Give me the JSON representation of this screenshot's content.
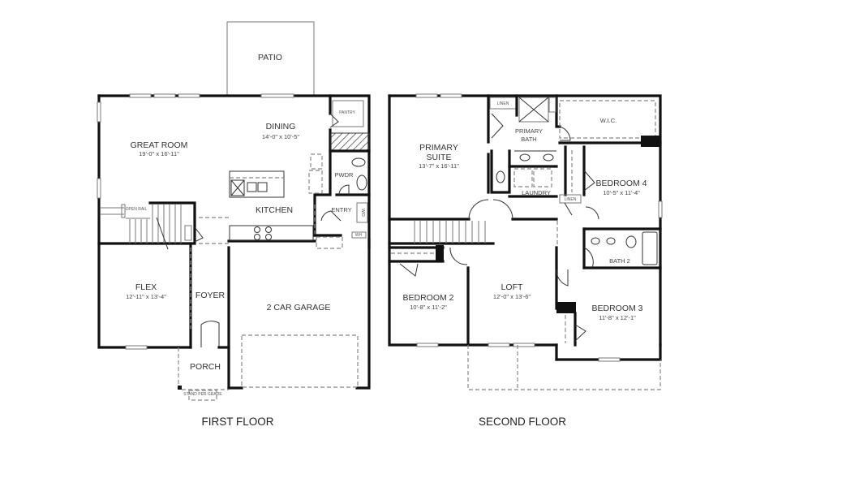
{
  "first_floor": {
    "title": "FIRST FLOOR",
    "rooms": {
      "patio": {
        "name": "PATIO"
      },
      "great_room": {
        "name": "GREAT ROOM",
        "size": "19'-0\" x 16'-11\""
      },
      "dining": {
        "name": "DINING",
        "size": "14'-0\" x 10'-5\""
      },
      "pantry": {
        "name": "PANTRY"
      },
      "pwdr": {
        "name": "PWDR"
      },
      "kitchen": {
        "name": "KITCHEN"
      },
      "entry": {
        "name": "ENTRY"
      },
      "flex": {
        "name": "FLEX",
        "size": "12'-11\" x 13'-4\""
      },
      "foyer": {
        "name": "FOYER"
      },
      "garage": {
        "name": "2 CAR GARAGE"
      },
      "porch": {
        "name": "PORCH"
      }
    },
    "notes": {
      "open_rail": "OPEN RAIL",
      "wh": "WH",
      "stoop": "STAND PER GRADE"
    }
  },
  "second_floor": {
    "title": "SECOND FLOOR",
    "rooms": {
      "primary_suite": {
        "name_line1": "PRIMARY",
        "name_line2": "SUITE",
        "size": "13'-7\" x 16'-11\""
      },
      "primary_bath": {
        "name_line1": "PRIMARY",
        "name_line2": "BATH"
      },
      "linen1": {
        "name": "LINEN"
      },
      "wic": {
        "name": "W.I.C."
      },
      "laundry": {
        "name": "LAUNDRY"
      },
      "linen2": {
        "name": "LINEN"
      },
      "bedroom4": {
        "name": "BEDROOM 4",
        "size": "10'-5\" x 11'-4\""
      },
      "bath2": {
        "name": "BATH 2"
      },
      "bedroom2": {
        "name": "BEDROOM 2",
        "size": "10'-8\" x 11'-2\""
      },
      "loft": {
        "name": "LOFT",
        "size": "12'-0\" x 13'-6\""
      },
      "bedroom3": {
        "name": "BEDROOM 3",
        "size": "11'-8\" x 12'-1\""
      }
    }
  }
}
